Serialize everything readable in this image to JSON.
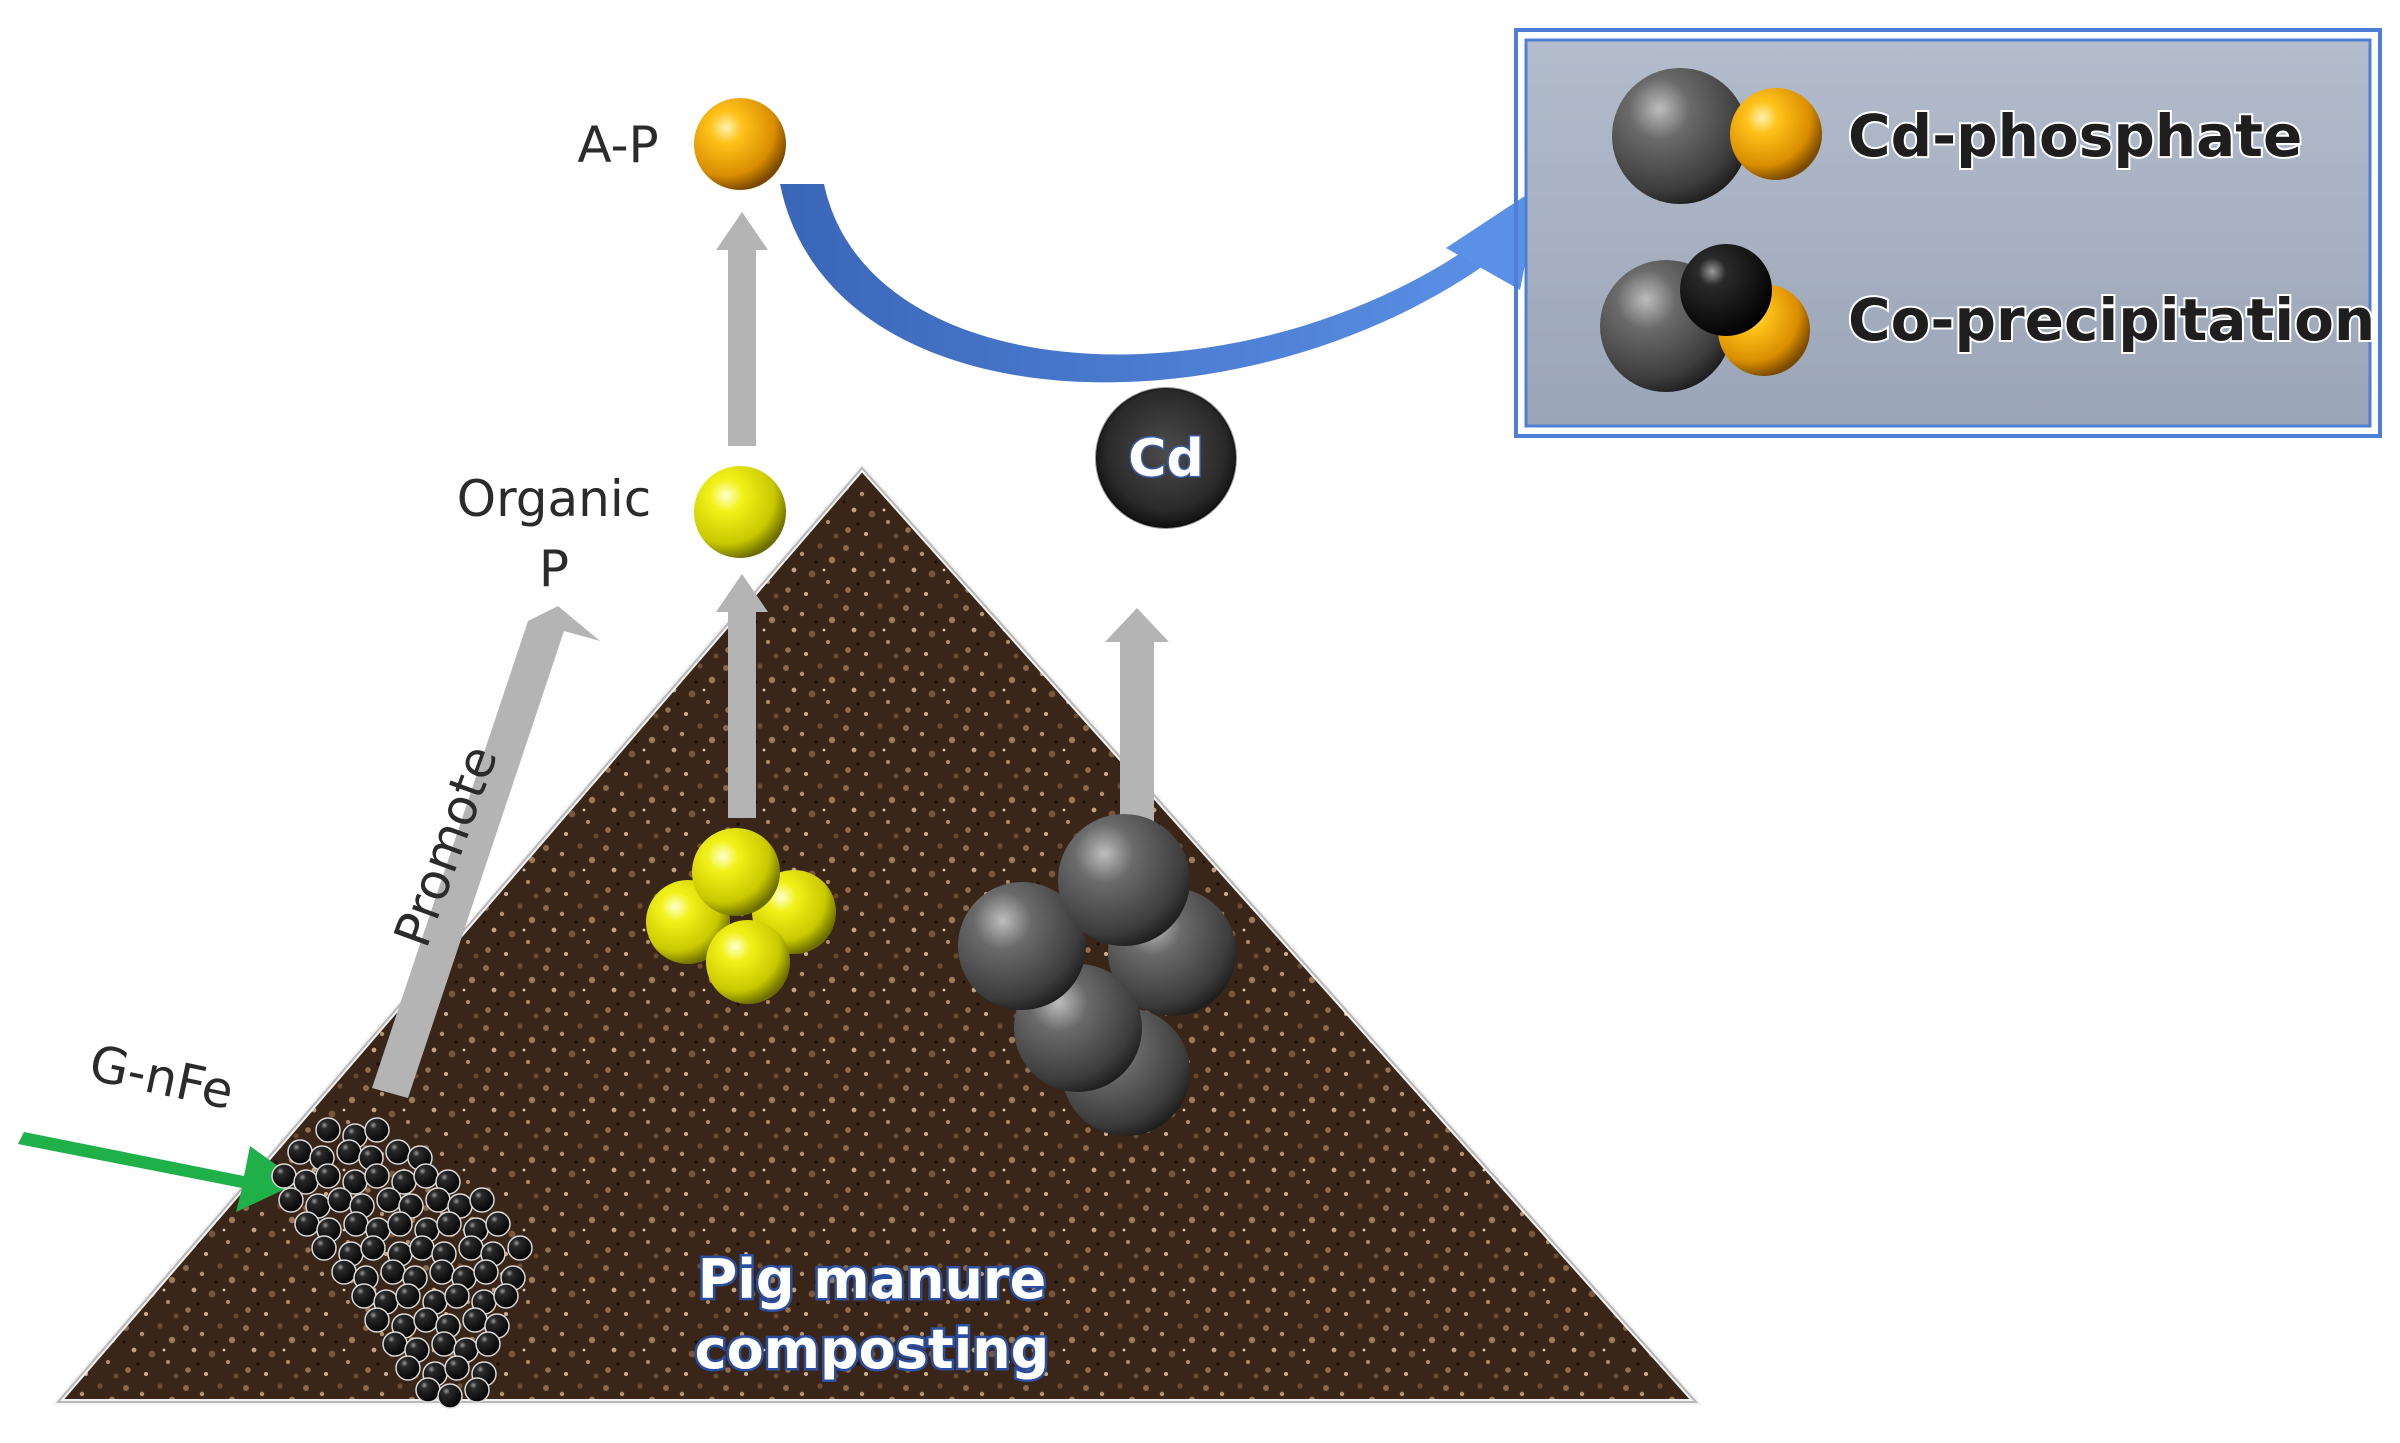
{
  "labels": {
    "ap": "A-P",
    "organic_line1": "Organic",
    "organic_line2": "P",
    "promote": "Promote",
    "gnfe": "G-nFe",
    "cd": "Cd",
    "pile_line1": "Pig manure",
    "pile_line2": "composting"
  },
  "legend": {
    "items": [
      {
        "label": "Cd-phosphate"
      },
      {
        "label": "Co-precipitation"
      }
    ]
  },
  "colors": {
    "gold": "#f2a900",
    "yellow": "#e6e600",
    "dark_sphere": "#555555",
    "black_sphere": "#111111",
    "green_arrow": "#1fb04a",
    "blue_arrow": "#4a7fd6",
    "gray_arrow": "#b4b4b4",
    "legend_fill": "#a9b3c3",
    "legend_border": "#4f7fd4",
    "soil": "#3a2618"
  }
}
